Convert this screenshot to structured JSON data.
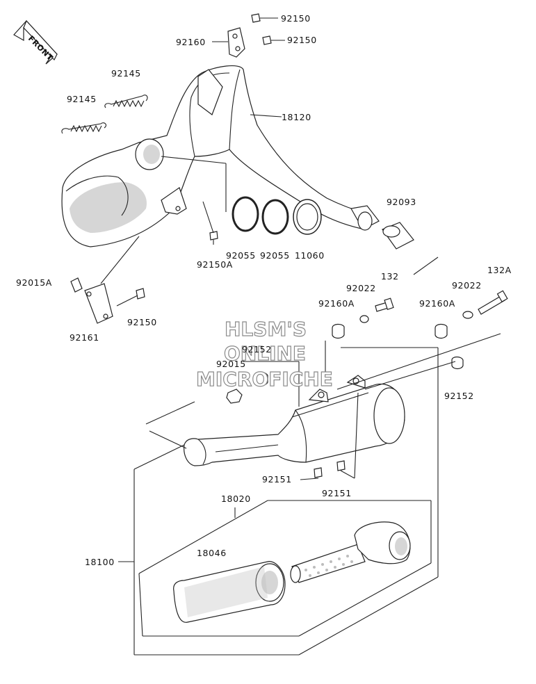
{
  "front_label": "FRONT",
  "watermark": [
    "HLSM'S",
    "ONLINE",
    "MICROFICHE"
  ],
  "callouts": [
    "92150",
    "92160",
    "92150",
    "92145",
    "92145",
    "18120",
    "92093",
    "92055",
    "92055",
    "11060",
    "92150A",
    "92015A",
    "92150",
    "92161",
    "132",
    "92022",
    "92160A",
    "132A",
    "92022",
    "92160A",
    "92152",
    "92015",
    "92152",
    "92151",
    "92151",
    "18020",
    "18046",
    "18100"
  ]
}
